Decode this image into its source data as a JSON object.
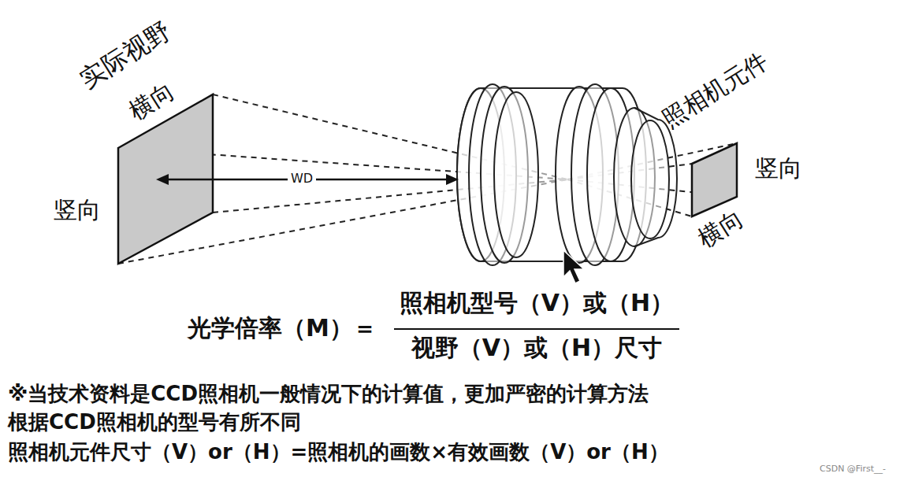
{
  "diagram": {
    "labels": [
      "实际视野",
      "横向",
      "竖向",
      "WD",
      "照相机元件",
      "竖向",
      "横向",
      "光学倍率（M）＝",
      "照相机型号（V）或（H）",
      "视野（V）或（H）尺寸",
      "※当技术资料是CCD照相机一般情况下的计算值，更加严密的计算方法",
      "根据CCD照相机的型号有所不同",
      "照相机元件尺寸（V）or（H）=照相机的画数×有效画数（V）or（H）",
      "CSDN @First__-"
    ]
  }
}
